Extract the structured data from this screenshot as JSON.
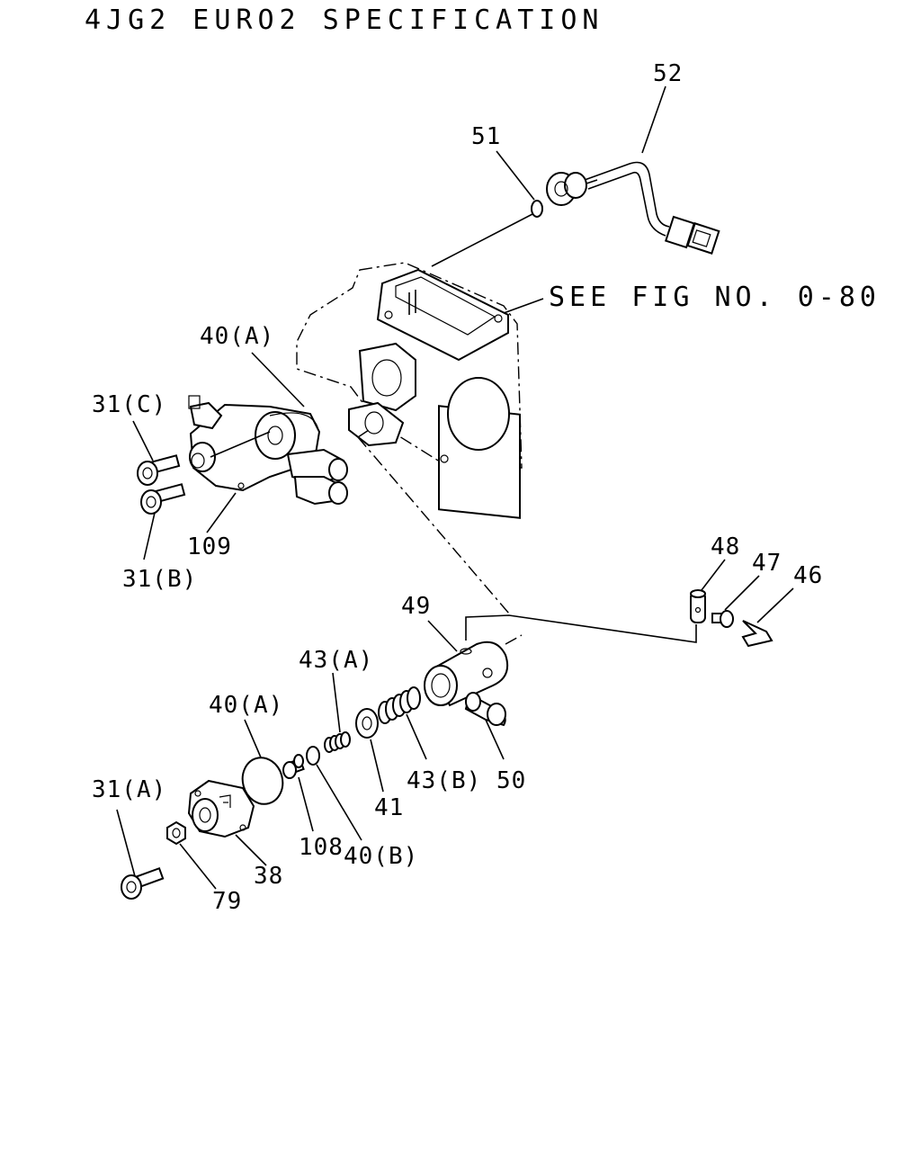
{
  "title": "4JG2 EURO2 SPECIFICATION",
  "reference_note": "SEE FIG NO. 0-80",
  "callouts": {
    "c52": "52",
    "c51": "51",
    "c40a_top": "40(A)",
    "c31c": "31(C)",
    "c109": "109",
    "c31b": "31(B)",
    "c48": "48",
    "c47": "47",
    "c46": "46",
    "c49": "49",
    "c43a": "43(A)",
    "c40a_mid": "40(A)",
    "c43b": "43(B)",
    "c50": "50",
    "c41": "41",
    "c31a": "31(A)",
    "c108": "108",
    "c40b": "40(B)",
    "c38": "38",
    "c79": "79"
  }
}
